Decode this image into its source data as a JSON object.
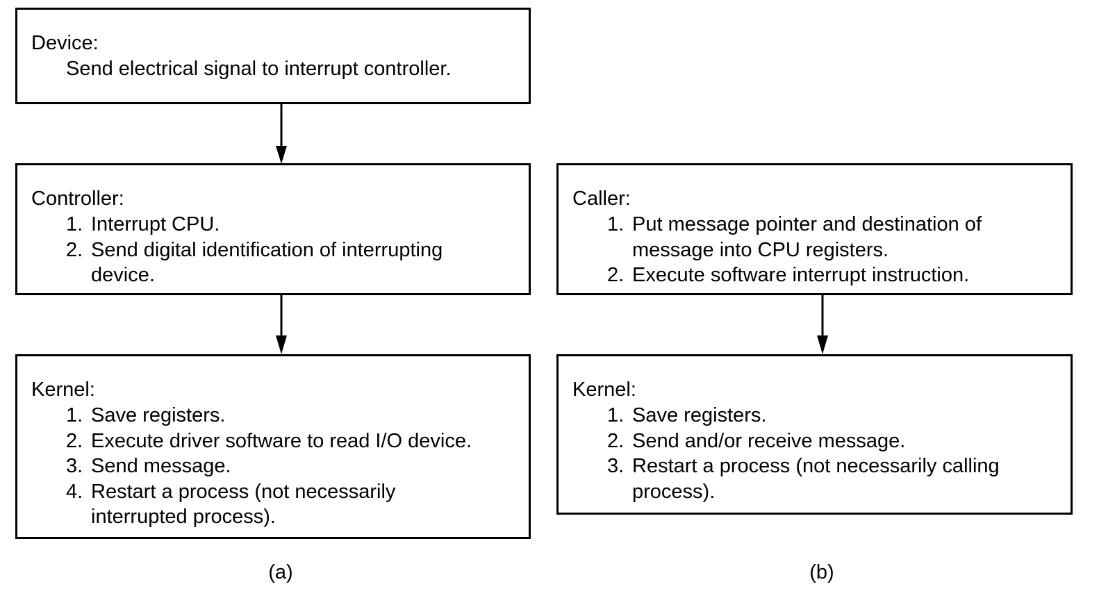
{
  "panel_a": {
    "device": {
      "title": "Device:",
      "line": "Send electrical signal to interrupt controller."
    },
    "controller": {
      "title": "Controller:",
      "steps": [
        {
          "num": "1.",
          "text": "Interrupt CPU."
        },
        {
          "num": "2.",
          "text": "Send digital identification of interrupting\ndevice."
        }
      ]
    },
    "kernel": {
      "title": "Kernel:",
      "steps": [
        {
          "num": "1.",
          "text": "Save registers."
        },
        {
          "num": "2.",
          "text": "Execute driver software to read I/O device."
        },
        {
          "num": "3.",
          "text": "Send message."
        },
        {
          "num": "4.",
          "text": "Restart a process (not necessarily\ninterrupted process)."
        }
      ]
    },
    "caption": "(a)"
  },
  "panel_b": {
    "caller": {
      "title": "Caller:",
      "steps": [
        {
          "num": "1.",
          "text": "Put message pointer and destination of\nmessage into CPU registers."
        },
        {
          "num": "2.",
          "text": "Execute software interrupt instruction."
        }
      ]
    },
    "kernel": {
      "title": "Kernel:",
      "steps": [
        {
          "num": "1.",
          "text": "Save registers."
        },
        {
          "num": "2.",
          "text": "Send and/or receive message."
        },
        {
          "num": "3.",
          "text": "Restart a process (not necessarily calling\nprocess)."
        }
      ]
    },
    "caption": "(b)"
  }
}
